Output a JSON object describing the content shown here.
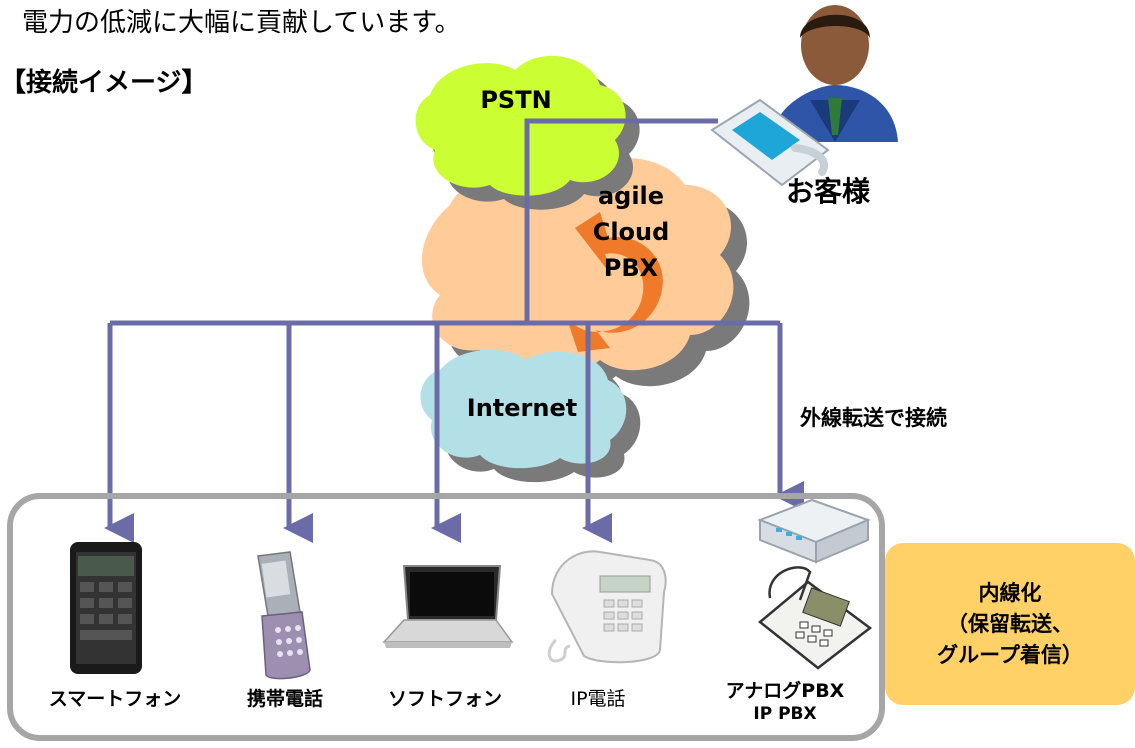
{
  "intro_text": "電力の低減に大幅に貢献しています。",
  "heading": "【接続イメージ】",
  "clouds": {
    "pstn": "PSTN",
    "cloud_pbx": [
      "agile",
      "Cloud",
      "PBX"
    ],
    "internet": "Internet"
  },
  "customer_label": "お客様",
  "transfer_label": "外線転送で接続",
  "extension_box": [
    "内線化",
    "（保留転送、",
    "グループ着信）"
  ],
  "devices": [
    {
      "label": "スマートフォン"
    },
    {
      "label": "携帯電話"
    },
    {
      "label": "ソフトフォン"
    },
    {
      "label": "IP電話"
    },
    {
      "label": "アナログPBX",
      "label2": "IP PBX"
    }
  ],
  "colors": {
    "pstn_cloud": "#ccff33",
    "pbx_cloud": "#ffcc99",
    "internet_cloud": "#b3e0e6",
    "cloud_shadow": "#7a7a7a",
    "line": "#6b6ba8",
    "frame": "#a6a6a6",
    "ext_box": "#ffd166",
    "logo": "#ee7a2a"
  }
}
